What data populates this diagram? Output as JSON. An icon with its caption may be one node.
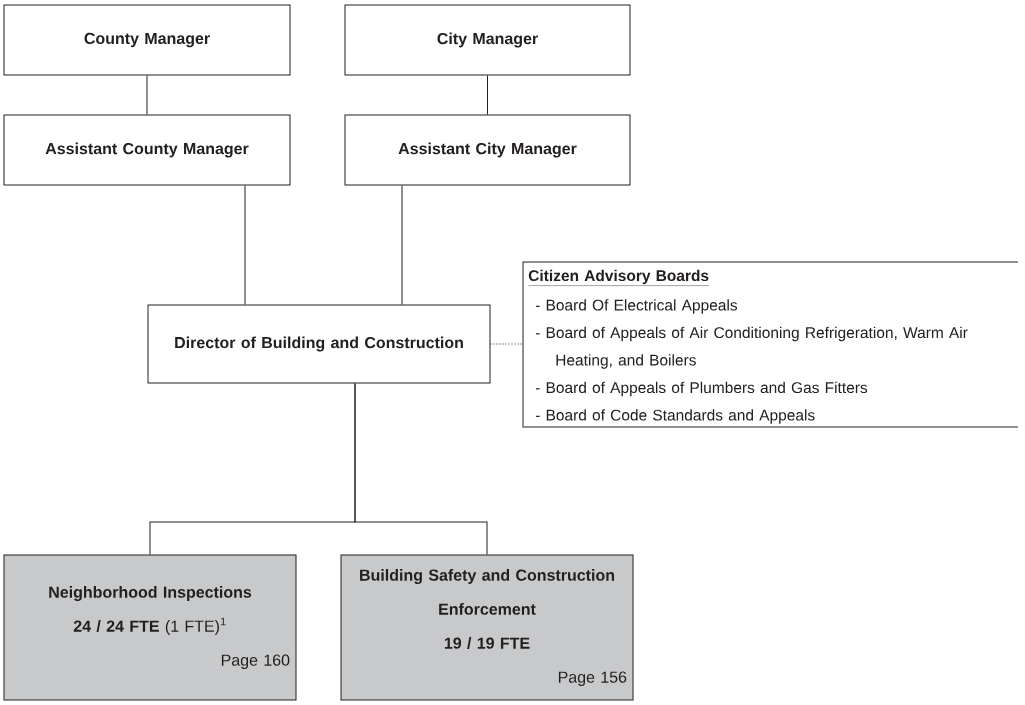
{
  "diagram": {
    "nodes": [
      {
        "text": [
          "County Manager"
        ]
      },
      {
        "text": [
          "City Manager"
        ]
      },
      {
        "text": [
          "Assistant County Manager"
        ]
      },
      {
        "text": [
          "Assistant City Manager"
        ]
      },
      {
        "text": [
          "Director of Building and Construction"
        ]
      },
      {
        "text": [
          "Citizen Advisory Boards",
          "- Board Of Electrical Appeals",
          "- Board of Appeals of Air Conditioning Refrigeration, Warm Air Heating, and Boilers",
          "- Board of Appeals of Plumbers and Gas Fitters",
          "- Board of Code Standards and Appeals"
        ]
      },
      {
        "text": [
          "Neighborhood Inspections",
          "**24 / 24 FTE** (1 FTE)$^{1}$",
          "Page 160"
        ]
      },
      {
        "text": [
          "Building Safety and Construction Enforcement",
          "19 / 19 FTE",
          "Page 156"
        ]
      }
    ],
    "edges": [
      {
        "from": 0,
        "to": 2,
        "arrow": "none"
      },
      {
        "from": 1,
        "to": 3,
        "arrow": "none"
      },
      {
        "from": 2,
        "to": 4,
        "arrow": "none"
      },
      {
        "from": 3,
        "to": 4,
        "arrow": "none"
      },
      {
        "from": 4,
        "to": 5,
        "arrow": "none",
        "style": "dashed"
      },
      {
        "from": 4,
        "to": 6,
        "arrow": "none"
      },
      {
        "from": 4,
        "to": 7,
        "arrow": "none"
      }
    ]
  }
}
